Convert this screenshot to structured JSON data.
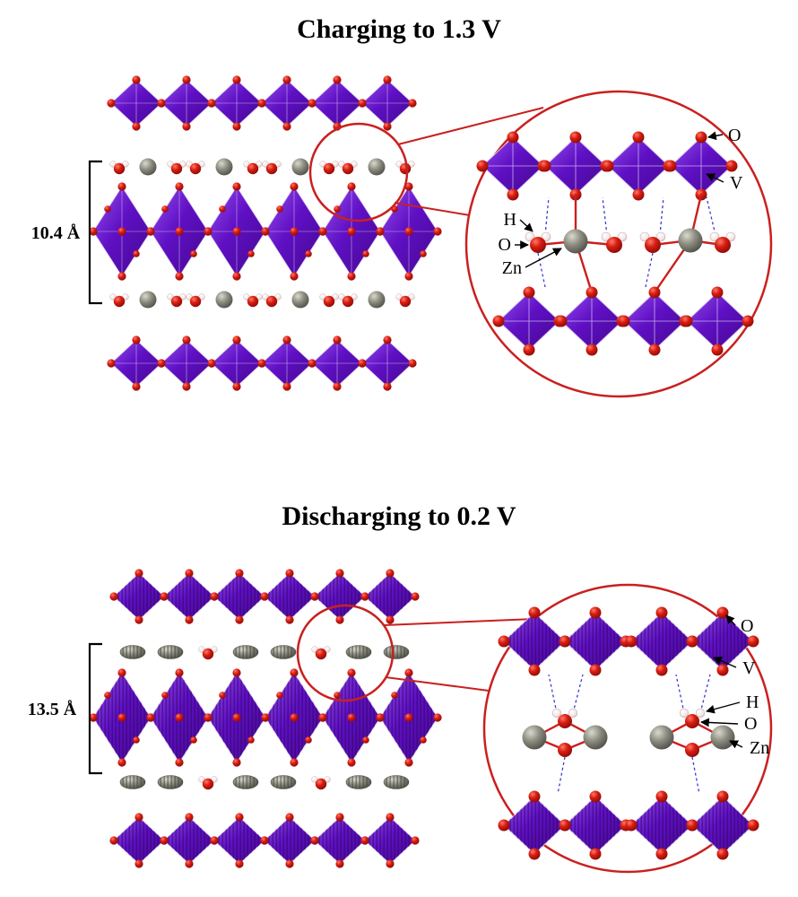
{
  "figure": {
    "panels": [
      {
        "title": "Charging to 1.3 V",
        "spacing": "10.4  Å",
        "labels": {
          "o_top": "O",
          "v": "V",
          "h": "H",
          "o_water": "O",
          "zn": "Zn"
        }
      },
      {
        "title": "Discharging to 0.2 V",
        "spacing": "13.5  Å",
        "labels": {
          "o_top": "O",
          "v": "V",
          "h": "H",
          "o_water": "O",
          "zn": "Zn"
        }
      }
    ],
    "colors": {
      "polyhedra_purple": "#5f10c4",
      "oxygen_red": "#d81d12",
      "zinc_gray": "#8a8a7e",
      "hydrogen_white": "#f3e6e6",
      "highlight_red": "#c9201f",
      "hydrogen_bond_blue": "#3b3bd1",
      "text_black": "#000000"
    }
  }
}
